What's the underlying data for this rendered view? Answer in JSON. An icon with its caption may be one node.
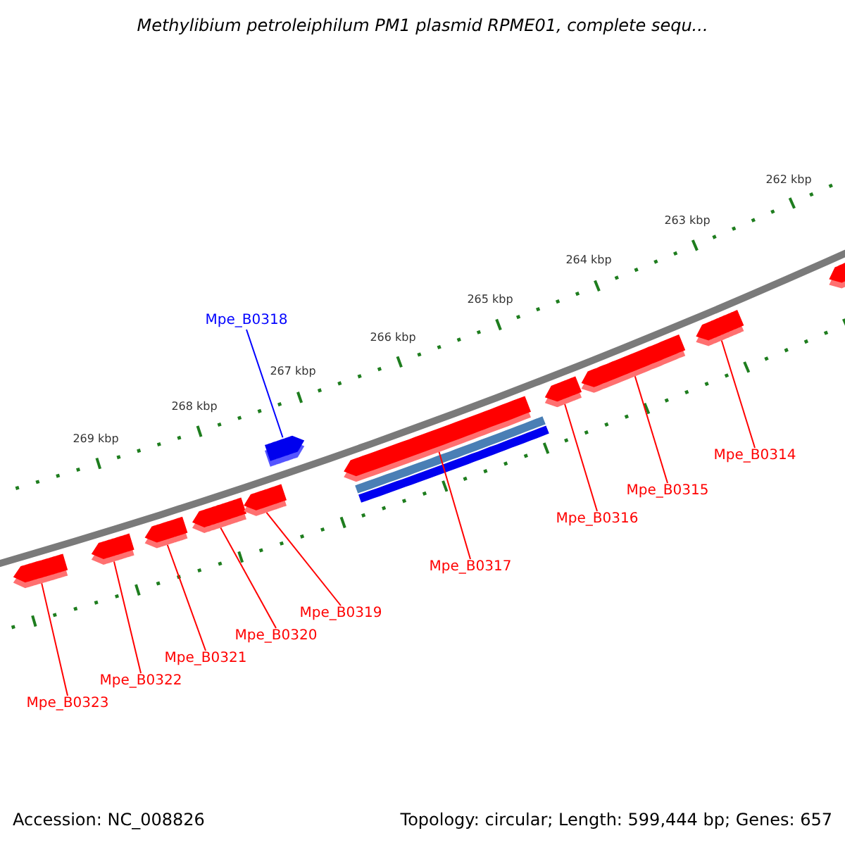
{
  "diagram": {
    "title": "Methylibium petroleiphilum PM1 plasmid RPME01, complete sequ...",
    "nodes": [
      {
        "text": [
          "Mpe_B0318"
        ]
      },
      {
        "text": [
          "Mpe_B0314"
        ]
      },
      {
        "text": [
          "Mpe_B0315"
        ]
      },
      {
        "text": [
          "Mpe_B0316"
        ]
      },
      {
        "text": [
          "Mpe_B0317"
        ]
      },
      {
        "text": [
          "Mpe_B0319"
        ]
      },
      {
        "text": [
          "Mpe_B0320"
        ]
      },
      {
        "text": [
          "Mpe_B0321"
        ]
      },
      {
        "text": [
          "Mpe_B0322"
        ]
      },
      {
        "text": [
          "Mpe_B0323"
        ]
      },
      {
        "text": [],
        "shape": "arrow"
      },
      {
        "text": [],
        "shape": "arrow"
      },
      {
        "text": [],
        "shape": "arrow"
      },
      {
        "text": [],
        "shape": "arrow"
      },
      {
        "text": [],
        "shape": "arrow"
      },
      {
        "text": [],
        "shape": "arrow"
      },
      {
        "text": [],
        "shape": "arrow"
      },
      {
        "text": [],
        "shape": "arrow"
      },
      {
        "text": [],
        "shape": "arrow"
      },
      {
        "text": [],
        "shape": "arrow"
      }
    ],
    "edges": [
      {
        "from": 0,
        "to": 15,
        "arrow": "none",
        "color": "#0000ff"
      },
      {
        "from": 1,
        "to": 19,
        "arrow": "none"
      },
      {
        "from": 2,
        "to": 18,
        "arrow": "none"
      },
      {
        "from": 3,
        "to": 17,
        "arrow": "none"
      },
      {
        "from": 4,
        "to": 16,
        "arrow": "none"
      },
      {
        "from": 5,
        "to": 14,
        "arrow": "none"
      },
      {
        "from": 6,
        "to": 13,
        "arrow": "none"
      },
      {
        "from": 7,
        "to": 12,
        "arrow": "none"
      },
      {
        "from": 8,
        "to": 11,
        "arrow": "none"
      },
      {
        "from": 9,
        "to": 10,
        "arrow": "none"
      }
    ],
    "labels": [
      "262 kbp",
      "263 kbp",
      "264 kbp",
      "265 kbp",
      "266 kbp",
      "267 kbp",
      "268 kbp",
      "269 kbp",
      "Accession: NC_008826",
      "Topology: circular; Length: 599,444 bp; Genes: 657"
    ]
  }
}
